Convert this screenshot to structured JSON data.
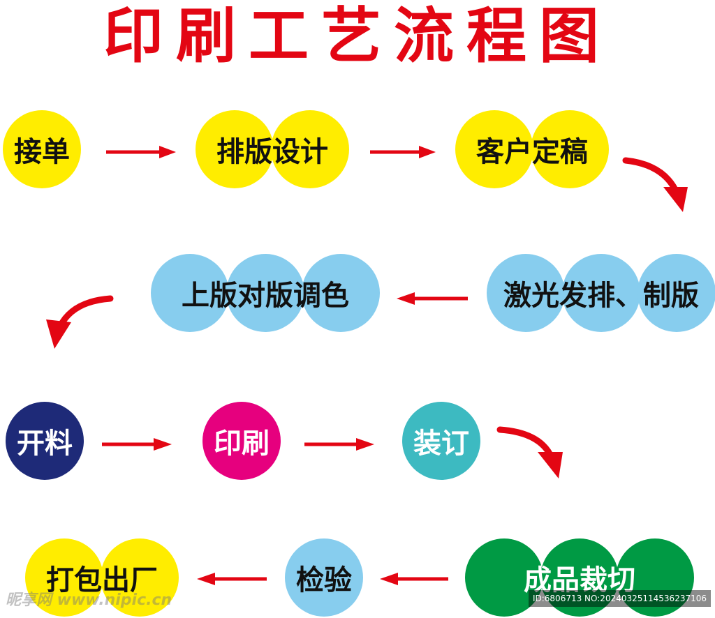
{
  "title": "印刷工艺流程图",
  "colors": {
    "title": "#e30613",
    "arrow": "#e30613",
    "yellow": "#ffed00",
    "light_blue": "#87cdee",
    "navy": "#1e2a78",
    "magenta": "#e6007e",
    "teal": "#3dbac1",
    "green": "#009a44",
    "dark_text": "#111111",
    "white_text": "#ffffff"
  },
  "steps": [
    {
      "id": "step-1",
      "label": "接单",
      "circle_color": "yellow",
      "text_color": "dark_text",
      "circles": 1
    },
    {
      "id": "step-2",
      "label": "排版设计",
      "circle_color": "yellow",
      "text_color": "dark_text",
      "circles": 2
    },
    {
      "id": "step-3",
      "label": "客户定稿",
      "circle_color": "yellow",
      "text_color": "dark_text",
      "circles": 2
    },
    {
      "id": "step-4",
      "label": "激光发排、制版",
      "circle_color": "light_blue",
      "text_color": "dark_text",
      "circles": 3
    },
    {
      "id": "step-5",
      "label": "上版对版调色",
      "circle_color": "light_blue",
      "text_color": "dark_text",
      "circles": 3
    },
    {
      "id": "step-6",
      "label": "开料",
      "circle_color": "navy",
      "text_color": "white_text",
      "circles": 1
    },
    {
      "id": "step-7",
      "label": "印刷",
      "circle_color": "magenta",
      "text_color": "white_text",
      "circles": 1
    },
    {
      "id": "step-8",
      "label": "装订",
      "circle_color": "teal",
      "text_color": "white_text",
      "circles": 1
    },
    {
      "id": "step-9",
      "label": "成品裁切",
      "circle_color": "green",
      "text_color": "white_text",
      "circles": 3
    },
    {
      "id": "step-10",
      "label": "检验",
      "circle_color": "light_blue",
      "text_color": "dark_text",
      "circles": 1
    },
    {
      "id": "step-11",
      "label": "打包出厂",
      "circle_color": "yellow",
      "text_color": "dark_text",
      "circles": 2
    }
  ],
  "watermark": {
    "logo": "昵享网 www.nipic.cn",
    "id_text": "ID:6806713 NO:20240325114536237106"
  }
}
